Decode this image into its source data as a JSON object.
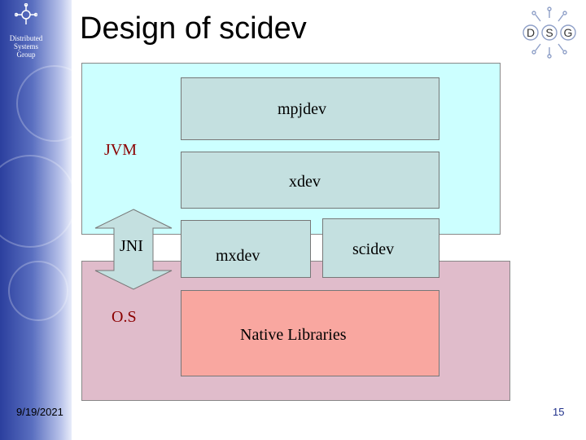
{
  "slide": {
    "title": "Design of scidev",
    "org_name": "Distributed\nSystems\nGroup",
    "logo_right_letters": [
      "D",
      "S",
      "G"
    ],
    "date": "9/19/2021",
    "page_number": "15"
  },
  "diagram": {
    "jvm_label": "JVM",
    "os_label": "O.S",
    "jni_label": "JNI",
    "layers": {
      "mpjdev": "mpjdev",
      "xdev": "xdev",
      "mxdev": "mxdev",
      "scidev": "scidev",
      "native": "Native Libraries"
    },
    "colors": {
      "jvm_region": "#ccffff",
      "os_region": "#e0bccb",
      "layer_fill": "#c4e0e0",
      "native_fill": "#f9a7a0",
      "region_label": "#8b0000",
      "arrow_fill": "#c4e0e0"
    }
  }
}
